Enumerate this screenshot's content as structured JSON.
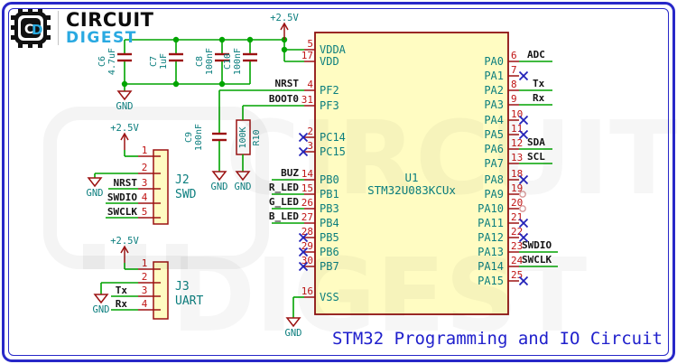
{
  "logo": {
    "line1": "CIRCUIT",
    "line2": "DIGEST",
    "monogram_c": "C",
    "monogram_d": "D"
  },
  "title": "STM32 Programming and IO Circuit",
  "power": {
    "vcc": "+2.5V",
    "gnd": "GND"
  },
  "colors": {
    "wire": "#00a400",
    "symbol": "#9c1212",
    "pin_number": "#c01414",
    "pin_name": "#0b7e7e",
    "net_label": "#151515",
    "no_connect": "#2222b8",
    "ic_fill": "#fffcc2",
    "border": "#2828c8",
    "title_text": "#2020cc"
  },
  "ic": {
    "ref": "U1",
    "part": "STM32U083KCUx",
    "left_pins": [
      {
        "num": "5",
        "name": "VDDA"
      },
      {
        "num": "17",
        "name": "VDD"
      },
      {
        "num": "4",
        "name": "PF2",
        "label": "NRST"
      },
      {
        "num": "31",
        "name": "PF3",
        "label": "BOOT0"
      },
      {
        "num": "2",
        "name": "PC14",
        "nc": true
      },
      {
        "num": "3",
        "name": "PC15",
        "nc": true
      },
      {
        "num": "14",
        "name": "PB0",
        "label": "BUZ"
      },
      {
        "num": "15",
        "name": "PB1",
        "label": "R_LED"
      },
      {
        "num": "26",
        "name": "PB3",
        "label": "G_LED"
      },
      {
        "num": "27",
        "name": "PB4",
        "label": "B_LED"
      },
      {
        "num": "28",
        "name": "PB5",
        "nc": true
      },
      {
        "num": "29",
        "name": "PB6",
        "nc": true
      },
      {
        "num": "30",
        "name": "PB7",
        "nc": true
      },
      {
        "num": "16",
        "name": "VSS"
      }
    ],
    "right_pins": [
      {
        "num": "6",
        "name": "PA0",
        "label": "ADC"
      },
      {
        "num": "7",
        "name": "PA1",
        "nc": true
      },
      {
        "num": "8",
        "name": "PA2",
        "label": "Tx"
      },
      {
        "num": "9",
        "name": "PA3",
        "label": "Rx"
      },
      {
        "num": "10",
        "name": "PA4",
        "nc": true
      },
      {
        "num": "11",
        "name": "PA5",
        "nc": true
      },
      {
        "num": "12",
        "name": "PA6",
        "label": "SDA"
      },
      {
        "num": "13",
        "name": "PA7",
        "label": "SCL"
      },
      {
        "num": "18",
        "name": "PA8",
        "nc": true
      },
      {
        "num": "19",
        "name": "PA9",
        "open": true
      },
      {
        "num": "20",
        "name": "PA10",
        "open": true
      },
      {
        "num": "21",
        "name": "PA11",
        "nc": true
      },
      {
        "num": "22",
        "name": "PA12",
        "nc": true
      },
      {
        "num": "23",
        "name": "PA13",
        "label": "SWDIO"
      },
      {
        "num": "24",
        "name": "PA14",
        "label": "SWCLK"
      },
      {
        "num": "25",
        "name": "PA15",
        "nc": true
      }
    ]
  },
  "capacitors": [
    {
      "ref": "C6",
      "value": "4.7uF"
    },
    {
      "ref": "C7",
      "value": "1uF"
    },
    {
      "ref": "C8",
      "value": "100nF"
    },
    {
      "ref": "C10",
      "value": "100nF"
    },
    {
      "ref": "C9",
      "value": "100nF"
    }
  ],
  "resistor": {
    "ref": "R10",
    "value": "100K"
  },
  "connectors": [
    {
      "ref": "J2",
      "type": "SWD",
      "pins": [
        {
          "num": "1"
        },
        {
          "num": "2"
        },
        {
          "num": "3",
          "label": "NRST"
        },
        {
          "num": "4",
          "label": "SWDIO"
        },
        {
          "num": "5",
          "label": "SWCLK"
        }
      ]
    },
    {
      "ref": "J3",
      "type": "UART",
      "pins": [
        {
          "num": "1"
        },
        {
          "num": "2"
        },
        {
          "num": "3",
          "label": "Tx"
        },
        {
          "num": "4",
          "label": "Rx"
        }
      ]
    }
  ]
}
